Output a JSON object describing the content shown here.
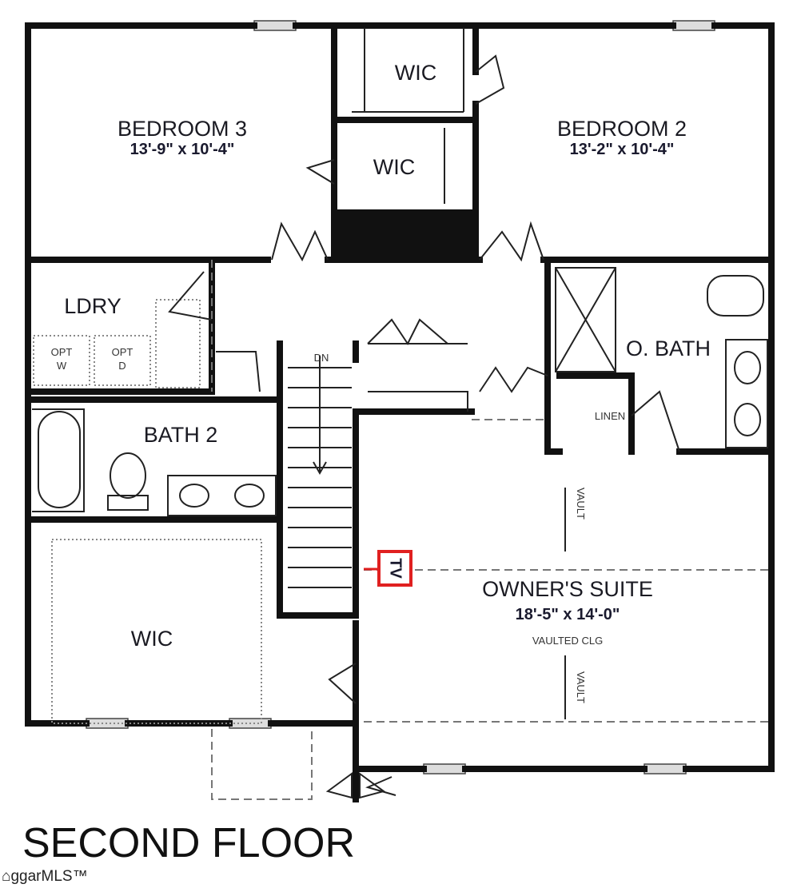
{
  "plan": {
    "title": "SECOND FLOOR",
    "rooms": {
      "bedroom3": {
        "name": "BEDROOM 3",
        "size": "13'-9\" x 10'-4\""
      },
      "bedroom2": {
        "name": "BEDROOM 2",
        "size": "13'-2\" x 10'-4\""
      },
      "wic_upper": "WIC",
      "wic_middle": "WIC",
      "ldry": "LDRY",
      "opt_w": [
        "OPT",
        "W"
      ],
      "opt_d": [
        "OPT",
        "D"
      ],
      "bath2": "BATH 2",
      "wic_lower": "WIC",
      "obath": "O. BATH",
      "linen": "LINEN",
      "stairs": "DN",
      "owners_suite": {
        "name": "OWNER'S SUITE",
        "size": "18'-5\" x 14'-0\"",
        "ceiling": "VAULTED CLG"
      },
      "vault_label": "VAULT",
      "tv_label": "TV"
    },
    "colors": {
      "walls": "#111111",
      "tv_marker": "#e02020"
    }
  },
  "watermark": {
    "text": "ggarMLS™"
  }
}
